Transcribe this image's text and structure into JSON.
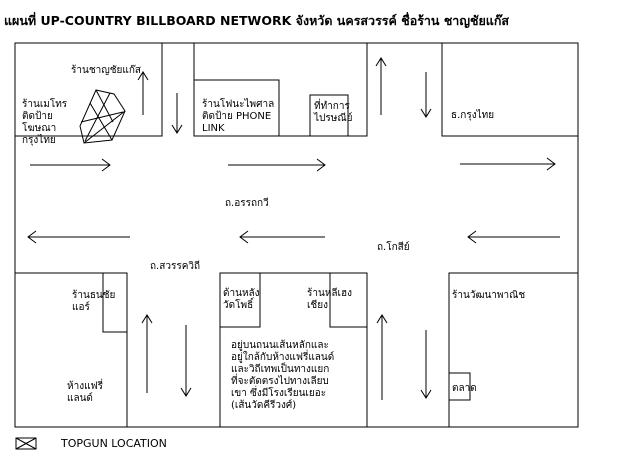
{
  "title": "แผนที่ UP-COUNTRY BILLBOARD NETWORK จังหวัด นครสวรรค์ ชื่อร้าน ชาญชัยแก๊ส",
  "roads": {
    "upper": "ถ.อรรถกวี",
    "middle_right": "ถ.โกสีย์",
    "lower_left": "ถ.สวรรควิถี"
  },
  "places": {
    "chanchai_gas": "ร้านชาญชัยแก๊ส",
    "mayotro": "ร้านเมโทร\nติดป้าย\nโฆษณา\nกรุงไทย",
    "phone_link": "ร้านโฟนะไพศาล\nติดป้าย PHONE\nLINK",
    "post_office": "ที่ทำการ\nไปรษณีย์",
    "krungthai_bank": "ธ.กรุงไทย",
    "thonchai_air": "ร้านธนชัย\nแอร์",
    "fairy_land": "ห้างแฟรี่\nแลนด์",
    "behind_wat_pho": "ด้านหลัง\nวัดโพธิ์",
    "lee_heng_chiang": "ร้านหลีเฮง\nเชียง",
    "watthana_panich": "ร้านวัฒนาพาณิช",
    "market": "ตลาด"
  },
  "note": "อยู่บนถนนเส้นหลักและ\nอยู่ใกล้กับห้างแฟรี่แลนด์\nและวิถีเทพเป็นทางแยก\nที่จะตัดตรงไปทางเลียบ\nเขา ซึ่งมีโรงเรียนเยอะ\n(เส้นวัดคีรีวงศ์)",
  "legend": {
    "icon": "topgun-location-x-box-icon",
    "label": "TOPGUN LOCATION"
  }
}
